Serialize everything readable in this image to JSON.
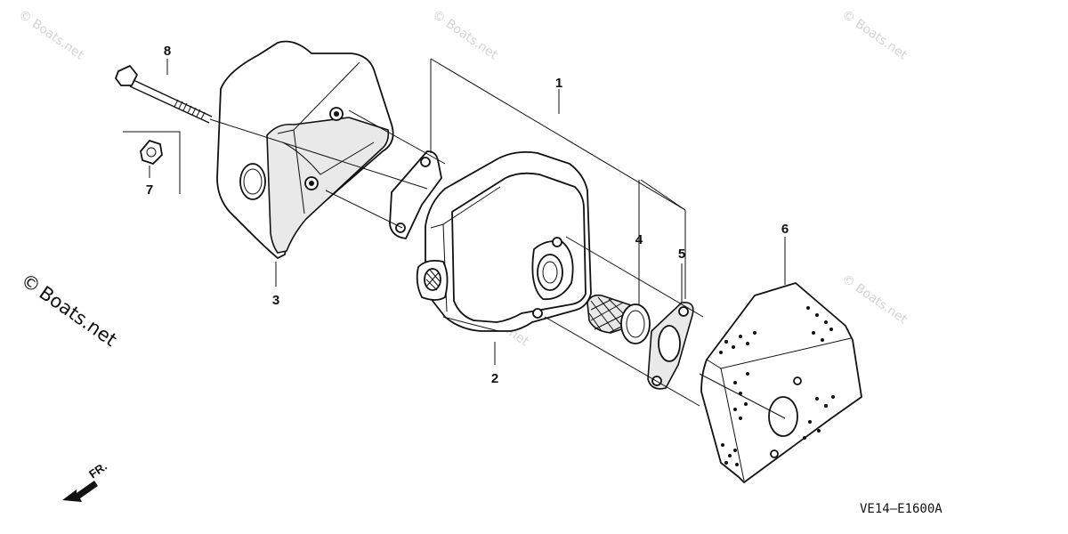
{
  "watermarks": {
    "small": "Boats.net",
    "main": "Boats.net",
    "copyright_symbol": "©"
  },
  "callouts": {
    "p1": "1",
    "p2": "2",
    "p3": "3",
    "p4": "4",
    "p5": "5",
    "p6": "6",
    "p7": "7",
    "p8": "8"
  },
  "front_indicator": "FR.",
  "diagram_code": "VE14—E1600A"
}
